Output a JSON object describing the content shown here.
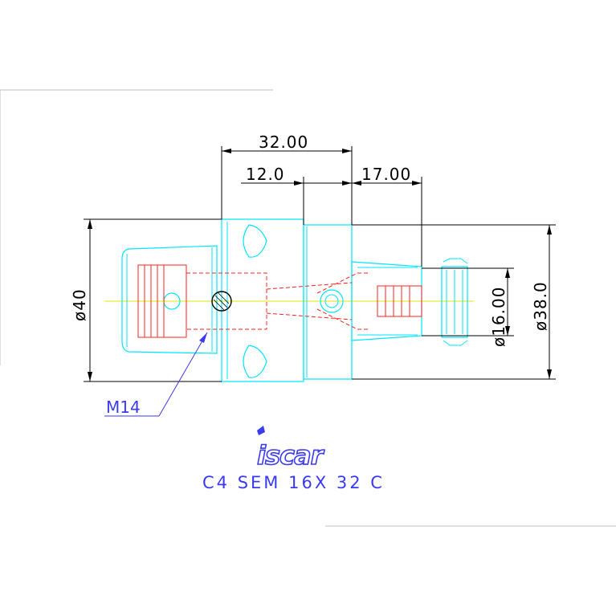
{
  "dimensions": {
    "d1": "32.00",
    "d2": "12.0",
    "d3": "17.00",
    "d4": "ø40",
    "d5": "ø16.00",
    "d6": "ø38.0"
  },
  "callout": {
    "label": "M14"
  },
  "brand": {
    "logo_text": "iscar"
  },
  "model": {
    "code": "C4 SEM 16X 32 C"
  },
  "colors": {
    "outline": "#00e5ff",
    "hidden": "#ff2020",
    "dimension": "#000000",
    "annotation": "#3a3af0",
    "centerline": "#e6e600"
  }
}
